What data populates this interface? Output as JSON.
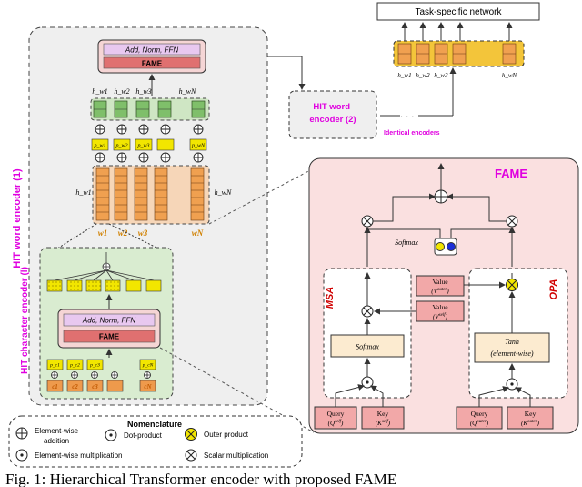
{
  "network": {
    "task_label": "Task-specific network",
    "outputs": [
      "h_w1",
      "h_w2",
      "h_w3",
      "h_wN"
    ]
  },
  "word_encoder": {
    "title": "HIT word encoder (1)",
    "block_top": "Add, Norm, FFN",
    "block_fame": "FAME",
    "h_labels": [
      "h_w1",
      "h_w2",
      "h_w3",
      "h_wN"
    ],
    "p_labels": [
      "p_w1",
      "p_w2",
      "p_w3",
      "p_wN"
    ],
    "h_left": "h_w1",
    "h_right": "h_wN",
    "words": [
      "w1",
      "w2",
      "w3",
      "wN"
    ]
  },
  "char_encoder": {
    "title": "HIT character encoder (l)",
    "block_top": "Add, Norm, FFN",
    "block_fame": "FAME",
    "p_labels": [
      "p_c1",
      "p_c2",
      "p_c3",
      "p_cN"
    ],
    "c_labels": [
      "c1",
      "c2",
      "c3",
      "cN"
    ]
  },
  "word_encoder2": {
    "title": "HIT word encoder (2)",
    "identical": "Identical encoders",
    "dots": ". . ."
  },
  "fame": {
    "title": "FAME",
    "msa": "MSA",
    "opa": "OPA",
    "softmax_top": "Softmax",
    "softmax_msa": "Softmax",
    "tanh": "Tanh",
    "tanh_sub": "(element-wise)",
    "value_outer": "Value (V outer)",
    "value_self": "Value (V self)",
    "query_self": "Query (Q self)",
    "key_self": "Key (K self)",
    "query_outer": "Query (Q outer)",
    "key_outer": "Key (K outer)"
  },
  "nomenclature": {
    "title": "Nomenclature",
    "items": [
      "Element-wise addition",
      "Dot-product",
      "Outer product",
      "Element-wise multiplication",
      "Scalar multiplication"
    ]
  },
  "caption": "Fig. 1: Hierarchical Transformer encoder with proposed FAME"
}
